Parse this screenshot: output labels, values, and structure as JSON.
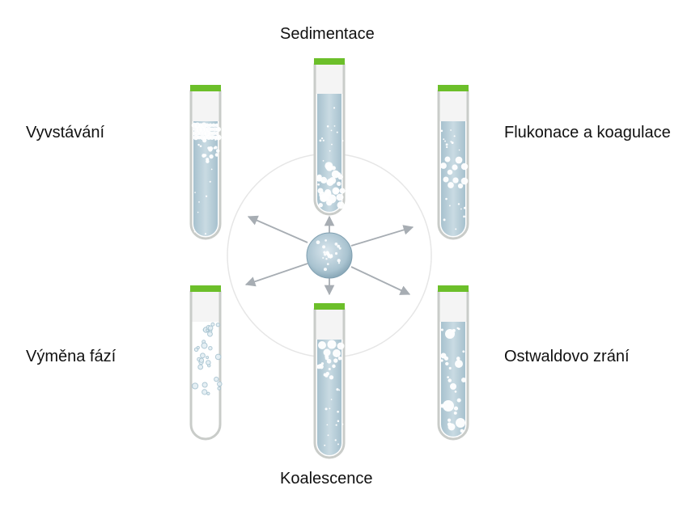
{
  "labels": {
    "sedimentace": "Sedimentace",
    "vyvstavani": "Vyvstávání",
    "flokulace": "Flukonace a koagulace",
    "vymena": "Výměna fází",
    "ostwald": "Ostwaldovo zrání",
    "koalescence": "Koalescence"
  },
  "colors": {
    "cap_green": "#6cbf2a",
    "liquid": "#b9d0db",
    "glass_outline": "#c9ccc9",
    "arrow": "#a7adb3",
    "ring": "#e6e6e6",
    "droplet": "#ffffff"
  }
}
